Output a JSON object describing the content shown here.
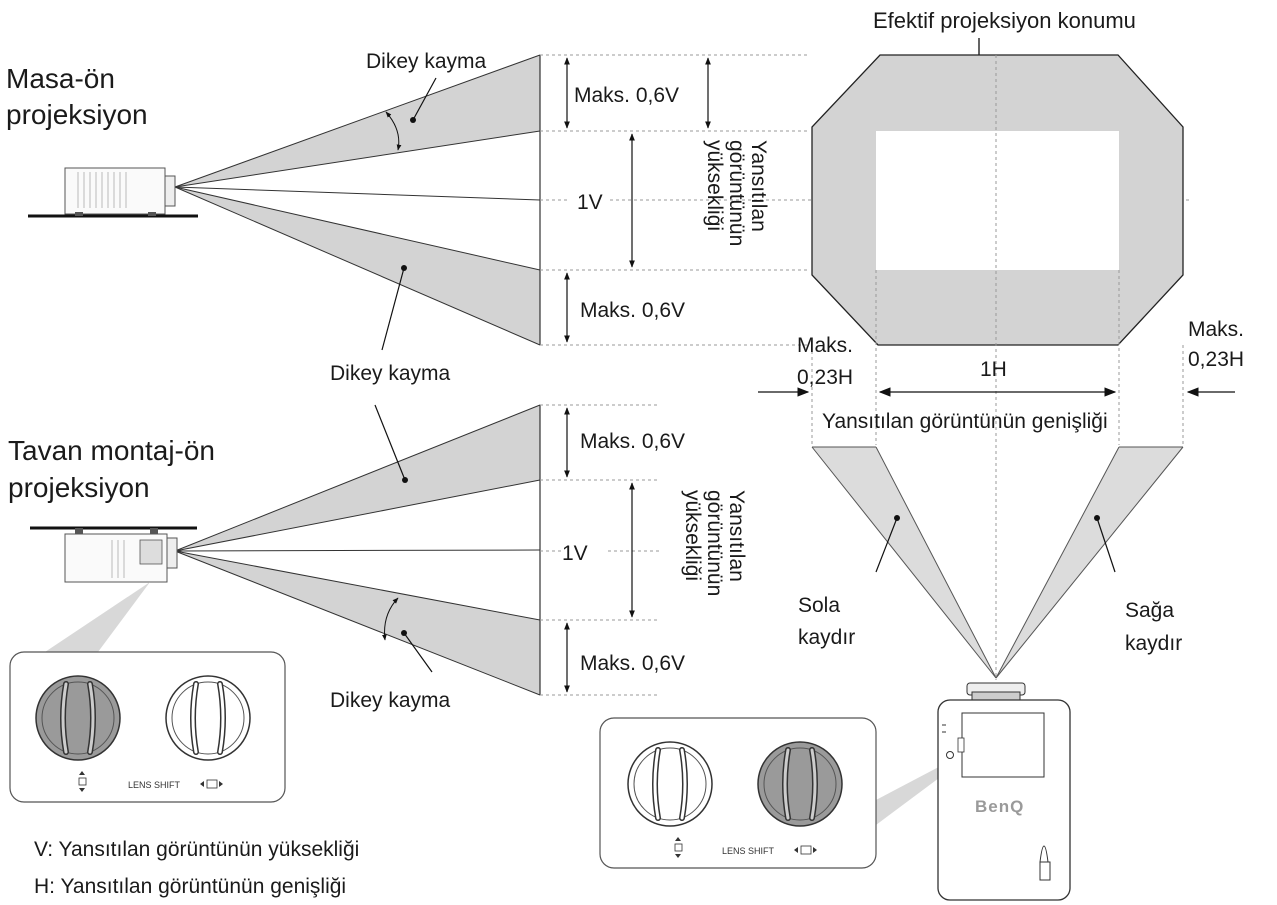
{
  "colors": {
    "shade": "#d3d3d3",
    "line": "#111111",
    "dash": "#888888",
    "beam": "#dcdcdc"
  },
  "titles": {
    "desk_front_line1": "Masa-ön",
    "desk_front_line2": "projeksiyon",
    "ceiling_front_line1": "Tavan montaj-ön",
    "ceiling_front_line2": "projeksiyon",
    "effective_position": "Efektif projeksiyon konumu"
  },
  "labels": {
    "vertical_shift": "Dikey kayma",
    "max_06v": "Maks. 0,6V",
    "one_v": "1V",
    "image_height_line1": "Yansıtılan",
    "image_height_line2": "görüntünün",
    "image_height_line3": "yüksekliği",
    "max_label": "Maks.",
    "max_023h": "0,23H",
    "one_h": "1H",
    "image_width": "Yansıtılan görüntünün genişliği",
    "shift_left_line1": "Sola",
    "shift_left_line2": "kaydır",
    "shift_right_line1": "Sağa",
    "shift_right_line2": "kaydır",
    "lens_shift": "LENS SHIFT",
    "brand": "BenQ"
  },
  "legend": {
    "v": "V: Yansıtılan görüntünün yüksekliği",
    "h": "H: Yansıtılan görüntünün genişliği"
  }
}
